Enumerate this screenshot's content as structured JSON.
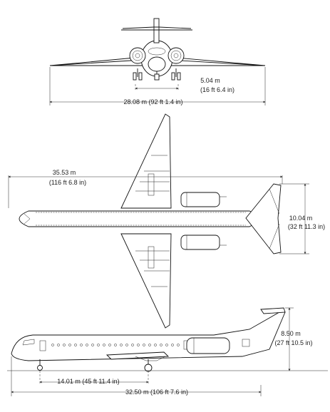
{
  "dimensions": {
    "track_m": "5.04 m",
    "track_ft": "(16 ft 6.4 in)",
    "wingspan": "28.08 m (92 ft 1.4 in)",
    "length_m": "35.53 m",
    "length_ft": "(116 ft 6.8 in)",
    "tailspan_m": "10.04 m",
    "tailspan_ft": "(32 ft 11.3 in)",
    "height_m": "8.50 m",
    "height_ft": "(27 ft 10.5 in)",
    "wheelbase": "14.01 m  (45 ft 11.4 in)",
    "fuselage_length": "32.50 m  (106 ft 7.6 in)"
  }
}
